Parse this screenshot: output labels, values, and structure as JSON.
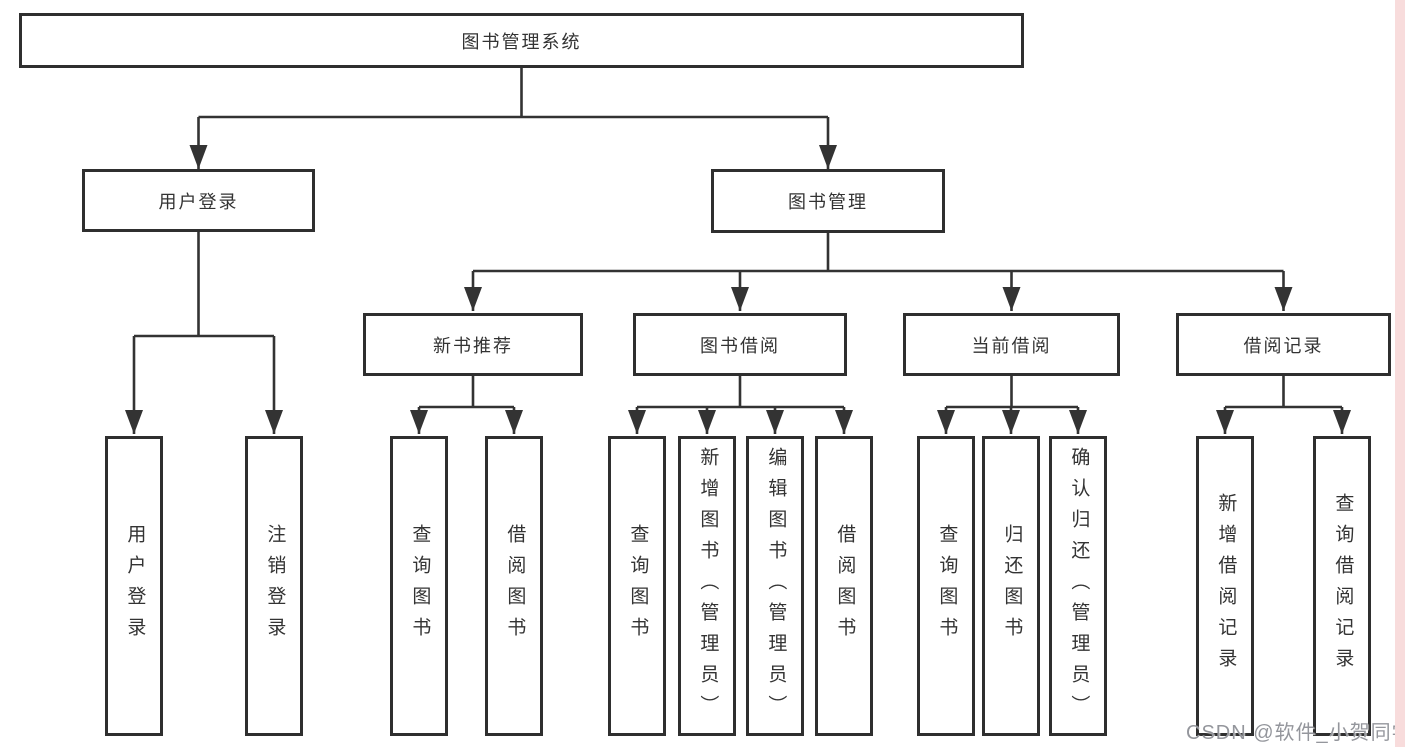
{
  "tree": {
    "root": {
      "label": "图书管理系统",
      "children": [
        {
          "label": "用户登录",
          "children": [
            {
              "label": "用户登录"
            },
            {
              "label": "注销登录"
            }
          ]
        },
        {
          "label": "图书管理",
          "children": [
            {
              "label": "新书推荐",
              "children": [
                {
                  "label": "查询图书"
                },
                {
                  "label": "借阅图书"
                }
              ]
            },
            {
              "label": "图书借阅",
              "children": [
                {
                  "label": "查询图书"
                },
                {
                  "label": "新增图书（管理员）"
                },
                {
                  "label": "编辑图书（管理员）"
                },
                {
                  "label": "借阅图书"
                }
              ]
            },
            {
              "label": "当前借阅",
              "children": [
                {
                  "label": "查询图书"
                },
                {
                  "label": "归还图书"
                },
                {
                  "label": "确认归还（管理员）"
                }
              ]
            },
            {
              "label": "借阅记录",
              "children": [
                {
                  "label": "新增借阅记录"
                },
                {
                  "label": "查询借阅记录"
                }
              ]
            }
          ]
        }
      ]
    }
  },
  "watermark": {
    "text": "CSDN @软件_小贺同学"
  },
  "colors": {
    "line": "#333333",
    "box_border": "#2f2f2f",
    "text": "#333333",
    "watermark": "#94969c",
    "right_strip": "#f8dcdc",
    "background": "#ffffff"
  }
}
